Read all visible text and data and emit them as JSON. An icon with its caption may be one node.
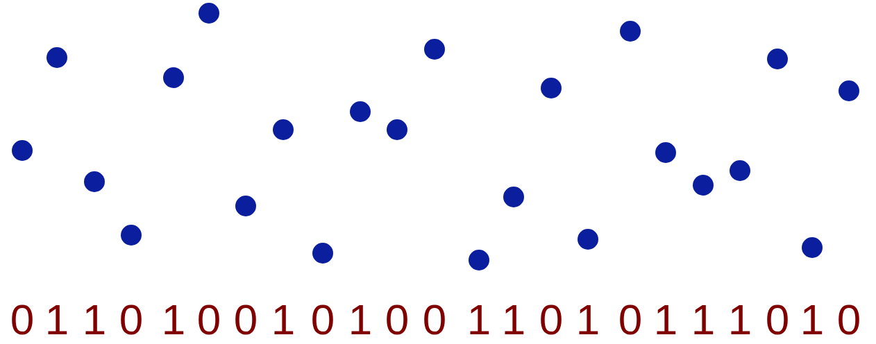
{
  "diagram": {
    "labels": [
      "0",
      "1",
      "1",
      "0",
      "1",
      "0",
      "0",
      "1",
      "0",
      "1",
      "0",
      "0",
      "1",
      "1",
      "0",
      "1",
      "0",
      "1",
      "1",
      "1",
      "0",
      "1",
      "0"
    ]
  }
}
